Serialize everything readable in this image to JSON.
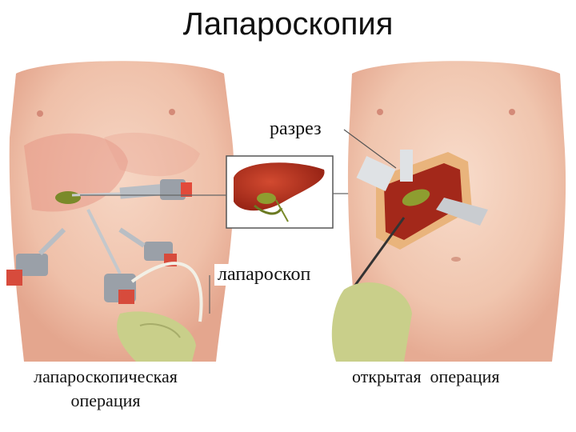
{
  "title": "Лапароскопия",
  "labels": {
    "incision": "разрез",
    "laparoscope": "лапароскоп"
  },
  "captions": {
    "left_line1": "лапароскопическая",
    "left_line2": "операция",
    "right": "открытая  операция"
  },
  "colors": {
    "skin": "#f1c7b2",
    "skin_shadow": "#e7ad97",
    "liver": "#b0301f",
    "gallbladder": "#7a8a2a",
    "glove": "#c9cf8a",
    "metal": "#b9bec4"
  }
}
